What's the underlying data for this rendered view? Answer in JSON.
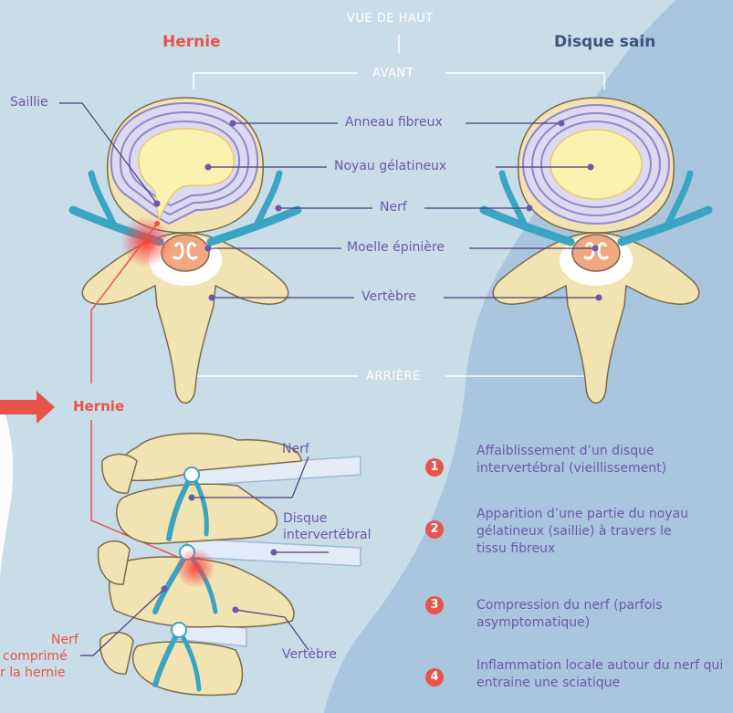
{
  "header": {
    "top_label": "VUE DE HAUT",
    "left_title": "Hernie",
    "right_title": "Disque sain",
    "front": "AVANT",
    "back": "ARRIÈRE"
  },
  "labels": {
    "protrusion": "Saillie",
    "annulus": "Anneau fibreux",
    "nucleus": "Noyau gélatineux",
    "nerve": "Nerf",
    "spinal_cord": "Moelle épinière",
    "vertebra": "Vertèbre",
    "hernia_arrow": "Hernie",
    "side_nerve": "Nerf",
    "disc_line1": "Disque",
    "disc_line2": "intervertébral",
    "side_vertebra": "Vertèbre",
    "compressed_line1": "Nerf",
    "compressed_line2": "comprimé",
    "compressed_line3": "r la hernie"
  },
  "steps": [
    {
      "number": "1",
      "text": "Affaiblissement d’un disque intervertébral (vieillissement)"
    },
    {
      "number": "2",
      "text": "Apparition d’une partie du noyau gélatineux (saillie) à travers le tissu fibreux"
    },
    {
      "number": "3",
      "text": "Compression du nerf (parfois asymptomatique)"
    },
    {
      "number": "4",
      "text": "Inflammation locale autour du nerf qui entraine une sciatique"
    }
  ],
  "colors": {
    "background": "#c9dde9",
    "background_dark": "#a9c6de",
    "accent_red": "#e8534a",
    "label_purple": "#6b58a8",
    "title_navy": "#3c547a",
    "bone": "#f2e3b3",
    "bone_outline": "#7a6a4a",
    "nerve_teal": "#3aa5c2",
    "disc_ring": "#8f86c9",
    "nucleus_yellow": "#faf3b0"
  }
}
